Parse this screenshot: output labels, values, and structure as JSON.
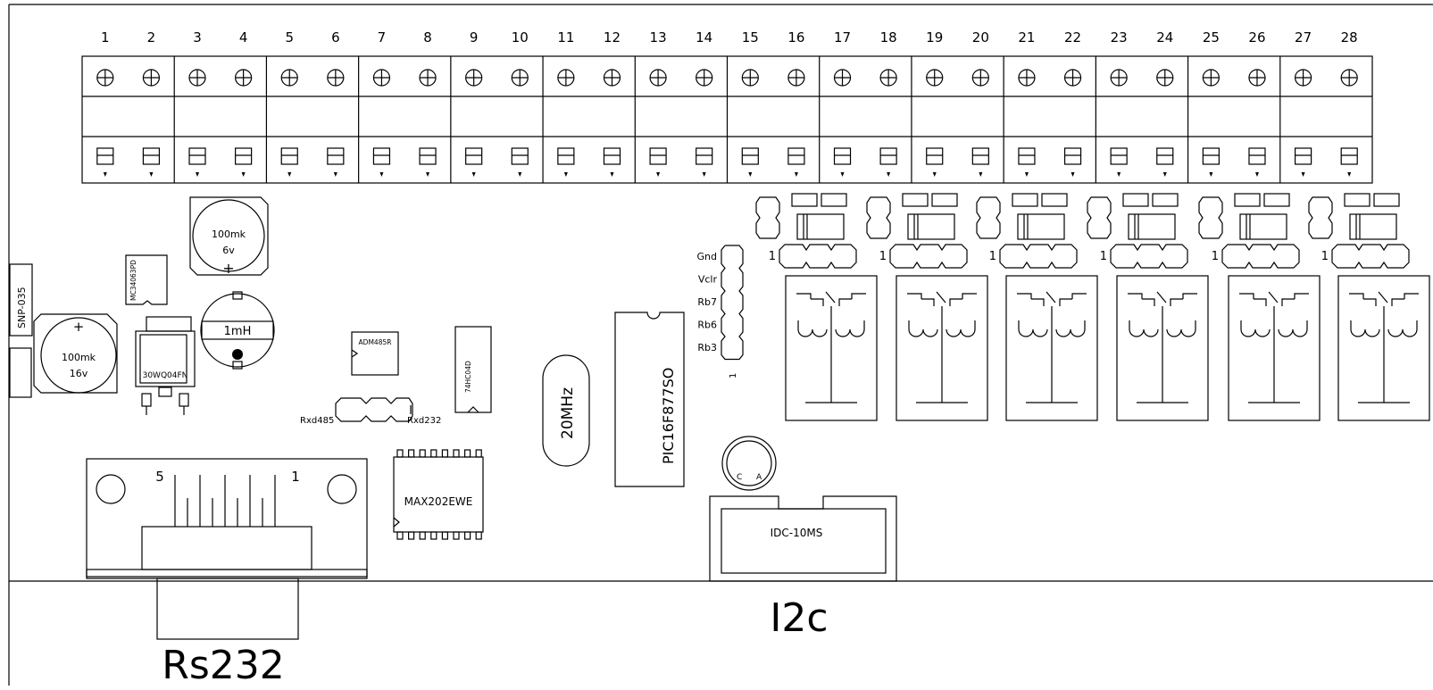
{
  "terminals": {
    "pin_numbers": [
      "1",
      "2",
      "3",
      "4",
      "5",
      "6",
      "7",
      "8",
      "9",
      "10",
      "11",
      "12",
      "13",
      "14",
      "15",
      "16",
      "17",
      "18",
      "19",
      "20",
      "21",
      "22",
      "23",
      "24",
      "25",
      "26",
      "27",
      "28"
    ]
  },
  "components": {
    "snp": "SNP-035",
    "cap_big": {
      "value": "100mk",
      "voltage": "16v",
      "polarity": "+"
    },
    "cap_small": {
      "value": "100mk",
      "voltage": "6v",
      "polarity": "+"
    },
    "mc_chip": "MC34063PD",
    "diode": "30WQ04FN",
    "inductor": "1mH",
    "adm": "ADM485R",
    "hc": "74HC04D",
    "rxd485": "Rxd485",
    "rxd232": "Rxd232",
    "crystal": "20MHz",
    "mcu": "PIC16F877SO",
    "max": "MAX202EWE",
    "idc": "IDC-10MS",
    "led_c": "C",
    "led_a": "A",
    "db9_pin5": "5",
    "db9_pin1": "1",
    "header_pin1": "1"
  },
  "icsp": {
    "labels": [
      "Gnd",
      "Vclr",
      "Rb7",
      "Rb6",
      "Rb3"
    ]
  },
  "relays": {
    "pin1_label": "1",
    "count": 6
  },
  "bottom": {
    "rs232_label": "Rs232",
    "i2c_label": "I2c"
  }
}
